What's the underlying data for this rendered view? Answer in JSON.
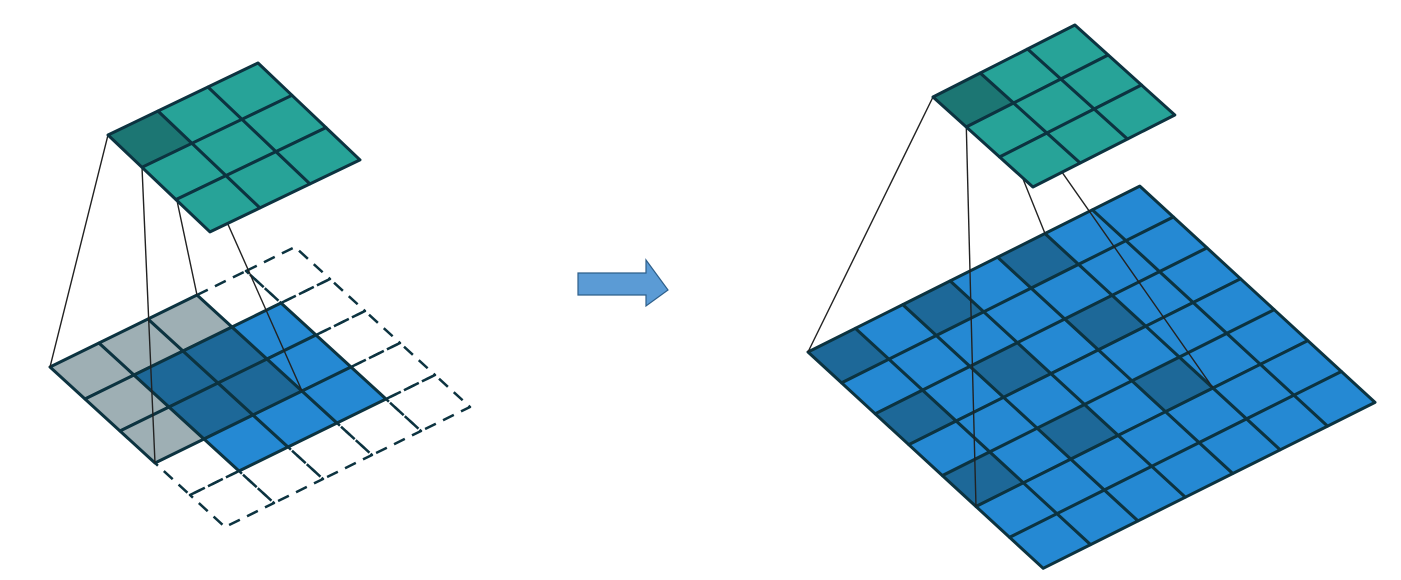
{
  "colors": {
    "teal": "#27a398",
    "teal_dark": "#1c7673",
    "blue": "#2589d3",
    "blue_dark": "#1d6898",
    "gray": "#9eafb4",
    "edge": "#0c3340",
    "arrow": "#5b9bd5",
    "arrow_edge": "#2e5f8a",
    "line": "#222222"
  },
  "left_panel": {
    "kernel_size": 3,
    "input_grid_size": 5,
    "highlight_window": {
      "u": [
        0,
        2
      ],
      "v": [
        0,
        2
      ]
    },
    "input_cells": {
      "u": [
        1,
        3
      ],
      "v": [
        1,
        3
      ]
    }
  },
  "right_panel": {
    "kernel_size": 3,
    "input_grid_size": 7,
    "dilation": 2
  }
}
